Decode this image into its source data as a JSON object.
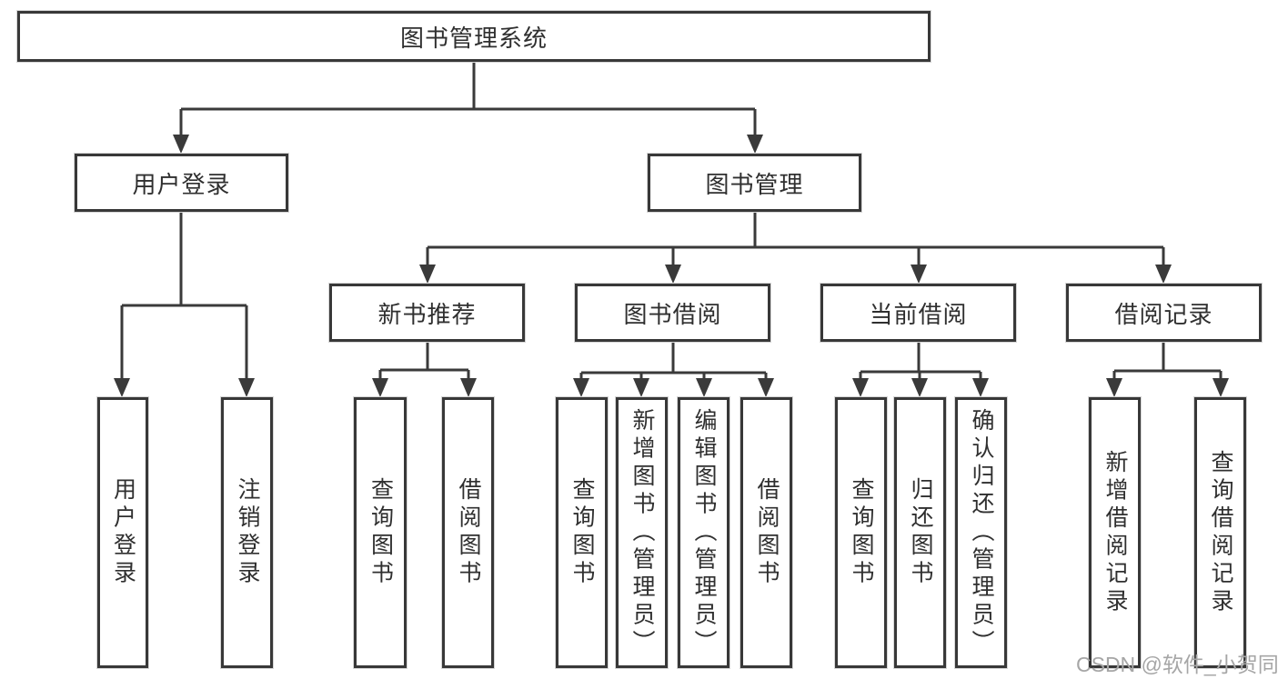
{
  "diagram": {
    "title": "图书管理系统",
    "root": {
      "label": "图书管理系统"
    },
    "level2": [
      {
        "label": "用户登录"
      },
      {
        "label": "图书管理"
      }
    ],
    "level3": [
      {
        "label": "新书推荐"
      },
      {
        "label": "图书借阅"
      },
      {
        "label": "当前借阅"
      },
      {
        "label": "借阅记录"
      }
    ],
    "leaves": {
      "user_login": [
        "用户登录",
        "注销登录"
      ],
      "new_book": [
        "查询图书",
        "借阅图书"
      ],
      "book_borrow": [
        "查询图书",
        "新增图书（管理员）",
        "编辑图书（管理员）",
        "借阅图书"
      ],
      "current_borrow": [
        "查询图书",
        "归还图书",
        "确认归还（管理员）"
      ],
      "borrow_record": [
        "新增借阅记录",
        "查询借阅记录"
      ]
    }
  },
  "watermark": {
    "text": "CSDN @软件_小贺同学"
  },
  "colors": {
    "line": "#3a3a3a",
    "box_border": "#383838",
    "text": "#2f2f2f",
    "watermark": "#a6a6a6",
    "background": "#ffffff"
  }
}
